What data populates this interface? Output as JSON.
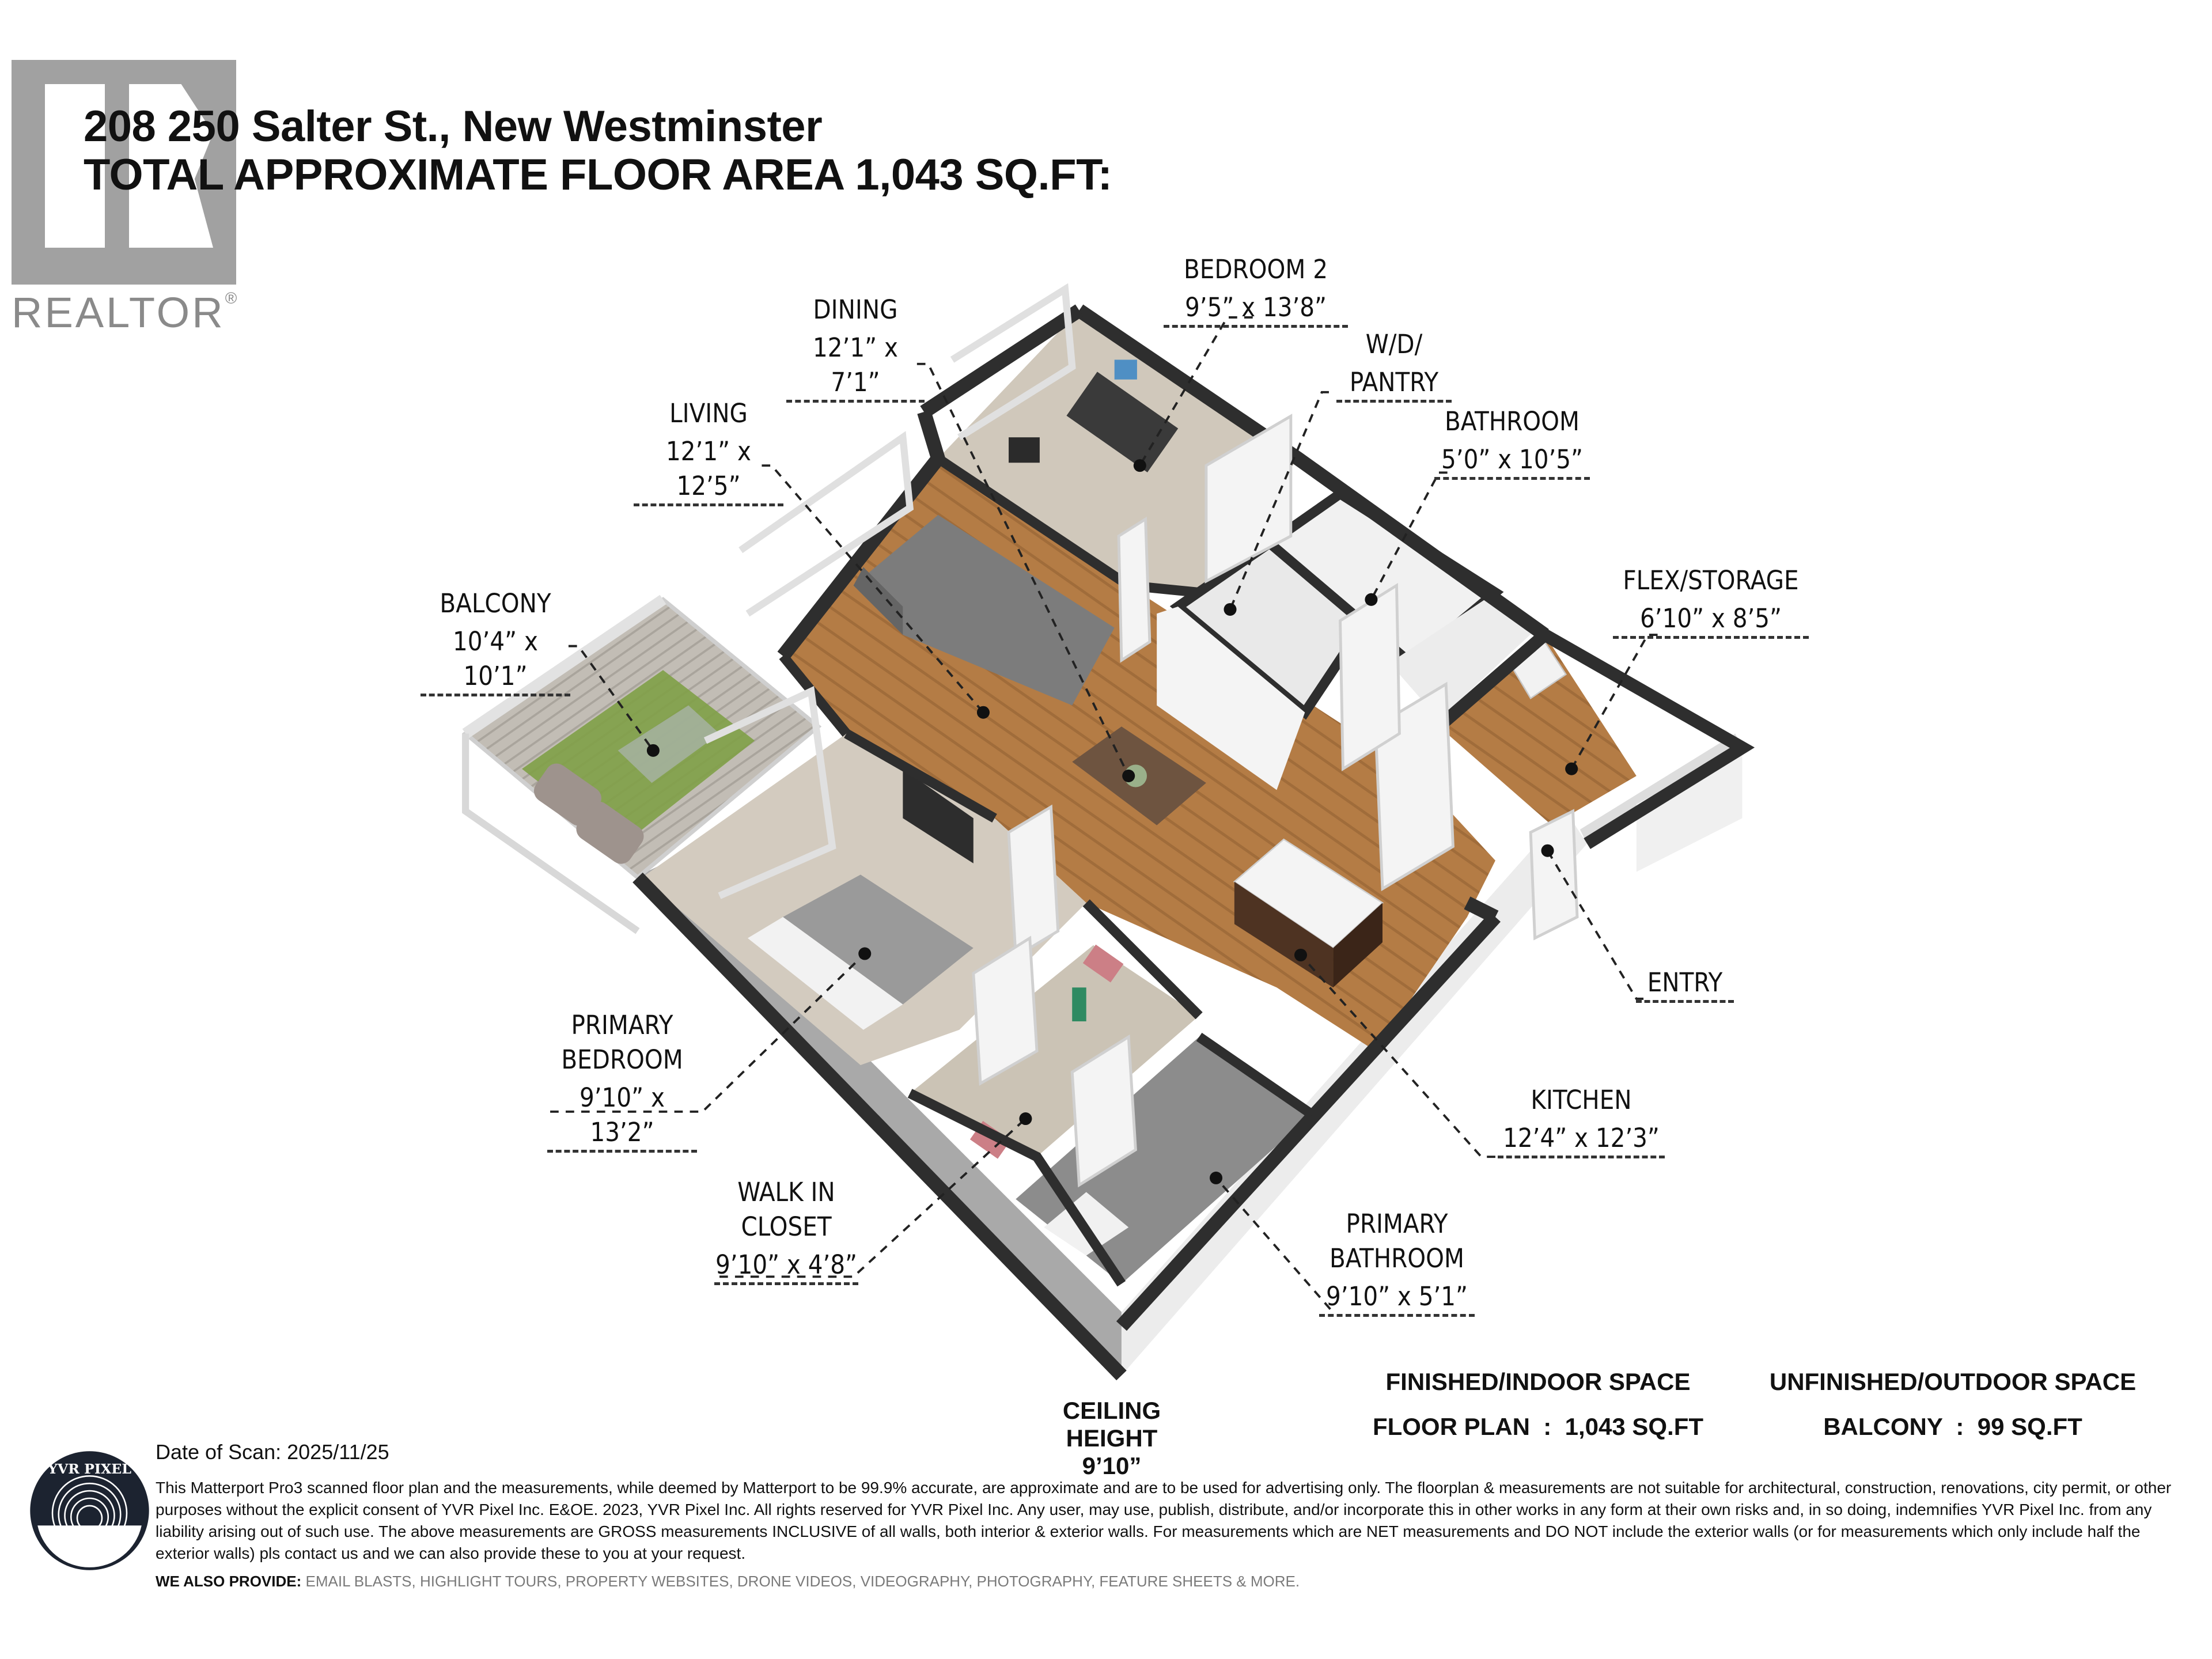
{
  "header": {
    "address": "208 250 Salter St., New Westminster",
    "total_area": "TOTAL APPROXIMATE FLOOR AREA 1,043 SQ.FT:"
  },
  "logos": {
    "realtor": {
      "word": "REALTOR",
      "mark": "®"
    },
    "yvr_pixel": {
      "name": "YVR PIXEL"
    }
  },
  "rooms": [
    {
      "id": "bedroom-2",
      "name": "BEDROOM 2",
      "dims": "9’5” x 13’8”"
    },
    {
      "id": "dining",
      "name": "DINING",
      "dims": "12’1” x 7’1”"
    },
    {
      "id": "wd-pantry",
      "name_line1": "W/D/",
      "name_line2": "PANTRY"
    },
    {
      "id": "living",
      "name": "LIVING",
      "dims": "12’1” x 12’5”"
    },
    {
      "id": "bathroom",
      "name": "BATHROOM",
      "dims": "5’0” x 10’5”"
    },
    {
      "id": "balcony",
      "name": "BALCONY",
      "dims": "10’4” x 10’1”"
    },
    {
      "id": "flex-storage",
      "name": "FLEX/STORAGE",
      "dims": "6’10” x 8’5”"
    },
    {
      "id": "entry",
      "name": "ENTRY"
    },
    {
      "id": "primary-bedroom",
      "name_line1": "PRIMARY",
      "name_line2": "BEDROOM",
      "dims": "9’10” x 13’2”"
    },
    {
      "id": "kitchen",
      "name": "KITCHEN",
      "dims": "12’4” x 12’3”"
    },
    {
      "id": "walk-in-closet",
      "name_line1": "WALK IN",
      "name_line2": "CLOSET",
      "dims": "9’10” x 4’8”"
    },
    {
      "id": "primary-bathroom",
      "name_line1": "PRIMARY",
      "name_line2": "BATHROOM",
      "dims": "9’10” x 5’1”"
    }
  ],
  "summary": {
    "ceiling_label": "CEILING HEIGHT",
    "ceiling_value": "9’10”",
    "finished_heading": "FINISHED/INDOOR SPACE",
    "finished_value": "FLOOR PLAN  :  1,043 SQ.FT",
    "unfinished_heading": "UNFINISHED/OUTDOOR SPACE",
    "unfinished_value": "BALCONY  :  99 SQ.FT"
  },
  "footer": {
    "scan_date": "Date of Scan: 2025/11/25",
    "disclaimer": "This Matterport Pro3 scanned floor plan and the measurements, while deemed by Matterport to be 99.9% accurate, are approximate and are to be used for advertising only. The floorplan & measurements are not suitable for architectural, construction, renovations, city permit, or other purposes without the explicit consent of YVR Pixel Inc. E&OE. 2023, YVR Pixel Inc. All rights reserved for YVR Pixel Inc. Any user, may use, publish, distribute, and/or incorporate this in other works in any form at their own risks and, in so doing, indemnifies YVR Pixel Inc. from any liability arising out of such use. The above measurements are GROSS measurements INCLUSIVE of all walls, both interior & exterior walls. For measurements which are NET measurements and DO NOT include the exterior walls (or for measurements which only include half the exterior walls) pls contact us and we can also provide these to you at your request.",
    "provide_label": "WE ALSO PROVIDE:",
    "provide_items": "EMAIL BLASTS, HIGHLIGHT TOURS, PROPERTY WEBSITES, DRONE VIDEOS, VIDEOGRAPHY, PHOTOGRAPHY, FEATURE SHEETS & MORE."
  },
  "colors": {
    "wall": "#2e2e2e",
    "wood_floor": "#b07a44",
    "carpet": "#cfc6b8",
    "tile": "#8c8c8c",
    "wall_face": "#e6e6e6",
    "balcony_deck": "#bdb8b0",
    "balcony_rug": "#7fa047"
  }
}
